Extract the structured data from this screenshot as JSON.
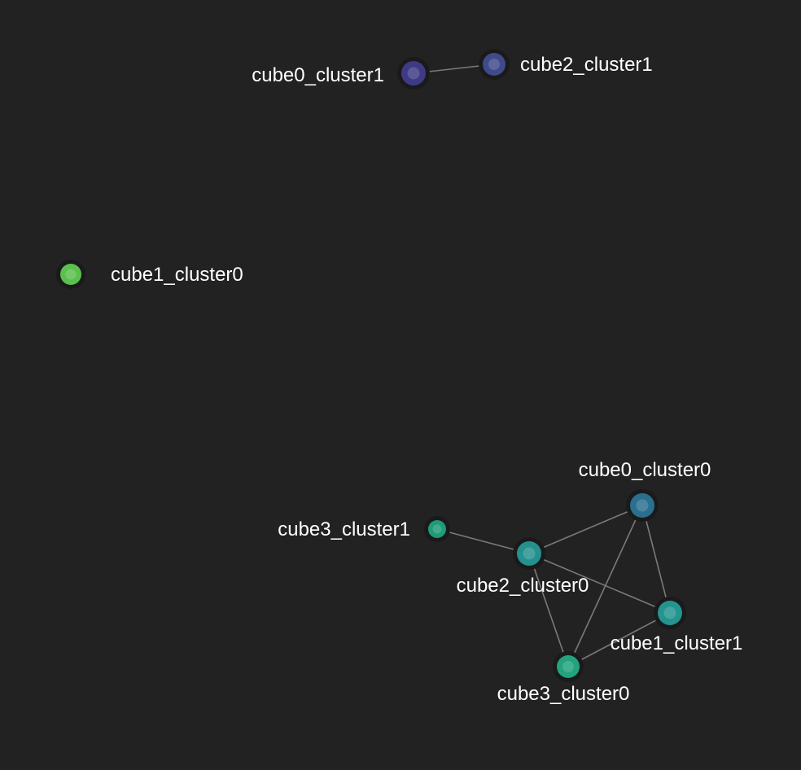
{
  "graph": {
    "background": "#222222",
    "edge_color": "#7a7a7a",
    "halo_color": "#1a1a1a",
    "nodes": [
      {
        "id": "cube0_cluster1",
        "label": "cube0_cluster1",
        "color": "#3f3a86"
      },
      {
        "id": "cube2_cluster1",
        "label": "cube2_cluster1",
        "color": "#3f4a8a"
      },
      {
        "id": "cube1_cluster0",
        "label": "cube1_cluster0",
        "color": "#5bbf4e"
      },
      {
        "id": "cube0_cluster0",
        "label": "cube0_cluster0",
        "color": "#2b6f8e"
      },
      {
        "id": "cube3_cluster1",
        "label": "cube3_cluster1",
        "color": "#1f9a7a"
      },
      {
        "id": "cube2_cluster0",
        "label": "cube2_cluster0",
        "color": "#24918e"
      },
      {
        "id": "cube1_cluster1",
        "label": "cube1_cluster1",
        "color": "#23948f"
      },
      {
        "id": "cube3_cluster0",
        "label": "cube3_cluster0",
        "color": "#22a27d"
      }
    ],
    "edges": [
      {
        "source": "cube0_cluster1",
        "target": "cube2_cluster1"
      },
      {
        "source": "cube3_cluster1",
        "target": "cube2_cluster0"
      },
      {
        "source": "cube2_cluster0",
        "target": "cube0_cluster0"
      },
      {
        "source": "cube2_cluster0",
        "target": "cube1_cluster1"
      },
      {
        "source": "cube2_cluster0",
        "target": "cube3_cluster0"
      },
      {
        "source": "cube0_cluster0",
        "target": "cube1_cluster1"
      },
      {
        "source": "cube0_cluster0",
        "target": "cube3_cluster0"
      },
      {
        "source": "cube1_cluster1",
        "target": "cube3_cluster0"
      }
    ]
  }
}
